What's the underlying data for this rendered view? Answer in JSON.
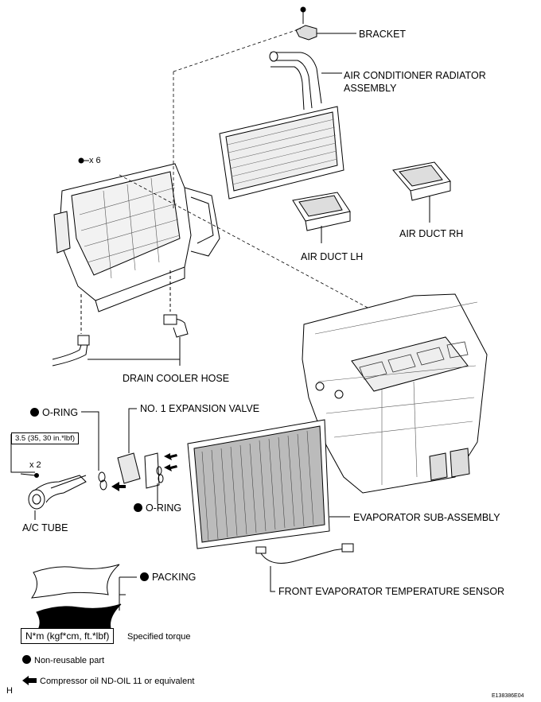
{
  "labels": {
    "bracket": "BRACKET",
    "radiator_line1": "AIR CONDITIONER RADIATOR",
    "radiator_line2": "ASSEMBLY",
    "screw_qty_6": "x 6",
    "air_duct_rh": "AIR DUCT RH",
    "air_duct_lh": "AIR DUCT LH",
    "drain_cooler_hose": "DRAIN COOLER HOSE",
    "o_ring_top": "O-RING",
    "expansion_valve": "NO. 1 EXPANSION VALVE",
    "torque_value": "3.5 (35, 30 in.*lbf)",
    "screw_qty_2": "x 2",
    "o_ring_bottom": "O-RING",
    "ac_tube": "A/C TUBE",
    "evaporator": "EVAPORATOR SUB-ASSEMBLY",
    "packing": "PACKING",
    "temp_sensor": "FRONT EVAPORATOR TEMPERATURE SENSOR"
  },
  "legend": {
    "torque_box": "N*m (kgf*cm, ft.*lbf)",
    "torque_text": "Specified torque",
    "non_reusable": "Non-reusable part",
    "oil": "Compressor oil ND-OIL 11 or equivalent"
  },
  "corner": {
    "left": "H",
    "right": "E138386E04"
  }
}
